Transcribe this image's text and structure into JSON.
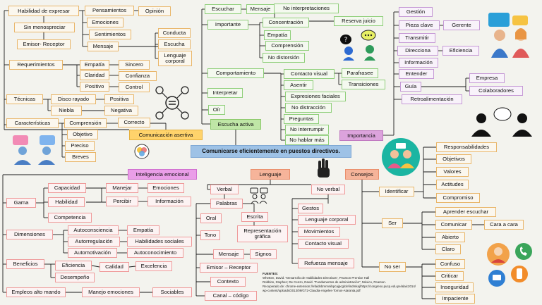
{
  "title": "Comunicarse eficientemente en puestos directivos.",
  "branches": {
    "asertiva": "Comunicación asertiva",
    "emocional": "Inteligencia emocional",
    "lenguaje": "Lenguaje",
    "consejos": "Consejos",
    "importancia": "Importancia",
    "escucha": "Escucha activa"
  },
  "asertiva": {
    "habilidad": "Habilidad de expresar",
    "pensamientos": "Pensamientos",
    "opinion": "Opinión",
    "emociones": "Emociones",
    "sentimientos": "Sentimientos",
    "mensaje": "Mensaje",
    "sin_menospreciar": "Sin menospreciar",
    "emisor_receptor": "Emisor- Receptor",
    "conducta": "Conducta",
    "escucha": "Escucha",
    "lenguaje_corporal": "Lenguaje corporal",
    "requerimientos": "Requerimientos",
    "empatia": "Empatía",
    "sincero": "Sincero",
    "claridad": "Claridad",
    "confianza": "Confianza",
    "positivo": "Positivo",
    "control": "Control",
    "tecnicas": "Técnicas",
    "disco_rayado": "Disco rayado",
    "positiva": "Positiva",
    "niebla": "Niebla",
    "negativa": "Negativa",
    "caracteristicas": "Características",
    "comprension": "Comprensión",
    "correcto": "Correcto",
    "objetivo": "Objetivo",
    "preciso": "Preciso",
    "breves": "Breves"
  },
  "escucha": {
    "escuchar": "Escuchar",
    "mensaje": "Mensaje",
    "no_interpretaciones": "No interpretaciones",
    "reserva_juicio": "Reserva juicio",
    "importante": "Importante",
    "concentracion": "Concentración",
    "empatia": "Empatía",
    "comprension": "Comprensión",
    "no_distorsion": "No distorsión",
    "comportamiento": "Comportamiento",
    "interpretar": "Interpretar",
    "oir": "Oír",
    "contacto_visual": "Contacto visual",
    "asentir": "Asentir",
    "expresiones": "Expresiones faciales",
    "no_distraccion": "No distracción",
    "preguntas": "Preguntas",
    "no_interrumpir": "No interrumpir",
    "no_hablar": "No hablar más",
    "parafrasear": "Parafrasee",
    "transiciones": "Transiciones"
  },
  "importancia": {
    "gestion": "Gestión",
    "pieza_clave": "Pieza clave",
    "gerente": "Gerente",
    "transmitir": "Transmitir",
    "direcciona": "Direcciona",
    "eficiencia": "Eficiencia",
    "informacion": "Información",
    "entender": "Entender",
    "guia": "Guía",
    "empresa": "Empresa",
    "colaboradores": "Colaboradores",
    "retroalimentacion": "Retroalimentación"
  },
  "emocional": {
    "gama": "Gama",
    "capacidad": "Capacidad",
    "habilidad": "Habilidad",
    "competencia": "Competencia",
    "manejar": "Manejar",
    "percibir": "Percibir",
    "emociones": "Emociones",
    "informacion": "Información",
    "dimensiones": "Dimensiones",
    "autoconsciencia": "Autoconsciencia",
    "autorregulacion": "Autorregulación",
    "automotivacion": "Automotivación",
    "empatia": "Empatía",
    "habilidades_sociales": "Habilidades sociales",
    "autoconocimiento": "Autoconocimiento",
    "beneficios": "Beneficios",
    "eficiencia": "Eficiencia",
    "calidad": "Calidad",
    "excelencia": "Excelencia",
    "desempeno": "Desempeño",
    "empleos": "Empleos alto mando",
    "manejo_emociones": "Manejo emociones",
    "sociables": "Sociables"
  },
  "lenguaje": {
    "verbal": "Verbal",
    "palabras": "Palabras",
    "oral": "Oral",
    "escrita": "Escrita",
    "tono": "Tono",
    "representacion": "Representación gráfica",
    "mensaje": "Mensaje",
    "signos": "Signos",
    "emisor_receptor": "Emisor – Receptor",
    "contexto": "Contexto",
    "canal_codigo": "Canal – código",
    "no_verbal": "No verbal",
    "gestos": "Gestos",
    "lenguaje_corporal": "Lenguaje corporal",
    "movimientos": "Movimientos",
    "contacto_visual": "Contacto visual",
    "refuerza": "Refuerza mensaje"
  },
  "consejos": {
    "identificar": "Identificar",
    "responsabilidades": "Responsabilidades",
    "objetivos": "Objetivos",
    "valores": "Valores",
    "actitudes": "Actitudes",
    "compromiso": "Compromiso",
    "ser": "Ser",
    "aprender": "Aprender escuchar",
    "comunicar": "Comunicar",
    "cara_a_cara": "Cara a cara",
    "abierto": "Abierto",
    "claro": "Claro",
    "no_ser": "No ser",
    "confuso": "Confuso",
    "criticar": "Criticar",
    "inseguridad": "Inseguridad",
    "impaciente": "Impaciente"
  },
  "refs": {
    "heading": "FUENTES:",
    "lines": [
      "Whetten, David. \"Desarrollo de Habilidades Directivas\", Pearson Prentice Hall",
      "Robbins, Stephen; De Cenzo, David. \"Fundamentos de administración\", México, Pearson.",
      "Recuperado de: chrome-extension://efaidnbmnnnibpcajpcglclefindmkaj/https://congreso.pucp.edu.pe/alaic2014/",
      "wp-content/uploads/2013/09/GT2-Claudia-Angeles-Tornos-Ataranta.pdf"
    ]
  },
  "colors": {
    "orange": "#e9b66a",
    "green": "#8fcf7a",
    "red": "#ef9a9a",
    "purple": "#c69ad6",
    "title_blue": "#9ec2e6",
    "line": "#1a1a1a"
  }
}
